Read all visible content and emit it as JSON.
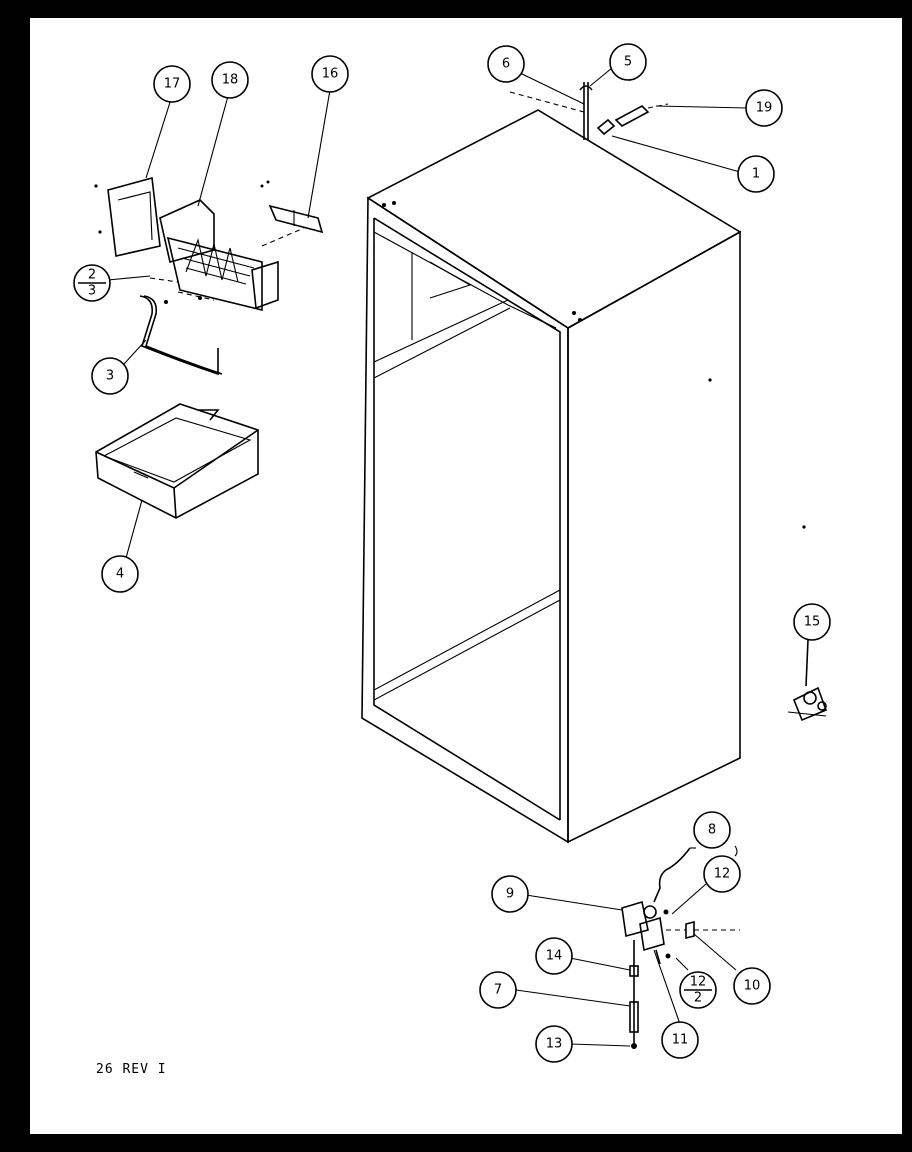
{
  "footer_text": "26 REV I",
  "callouts": [
    {
      "id": "c17",
      "label": "17"
    },
    {
      "id": "c18",
      "label": "18"
    },
    {
      "id": "c16",
      "label": "16"
    },
    {
      "id": "c6",
      "label": "6"
    },
    {
      "id": "c5",
      "label": "5"
    },
    {
      "id": "c19",
      "label": "19"
    },
    {
      "id": "c1",
      "label": "1"
    },
    {
      "id": "c2-3-top",
      "label": "2"
    },
    {
      "id": "c2-3-bot",
      "label": "3"
    },
    {
      "id": "c3",
      "label": "3"
    },
    {
      "id": "c4",
      "label": "4"
    },
    {
      "id": "c15",
      "label": "15"
    },
    {
      "id": "c8",
      "label": "8"
    },
    {
      "id": "c9",
      "label": "9"
    },
    {
      "id": "c12",
      "label": "12"
    },
    {
      "id": "c14",
      "label": "14"
    },
    {
      "id": "c12-2-top",
      "label": "12"
    },
    {
      "id": "c12-2-bot",
      "label": "2"
    },
    {
      "id": "c10",
      "label": "10"
    },
    {
      "id": "c7",
      "label": "7"
    },
    {
      "id": "c11",
      "label": "11"
    },
    {
      "id": "c13",
      "label": "13"
    }
  ]
}
